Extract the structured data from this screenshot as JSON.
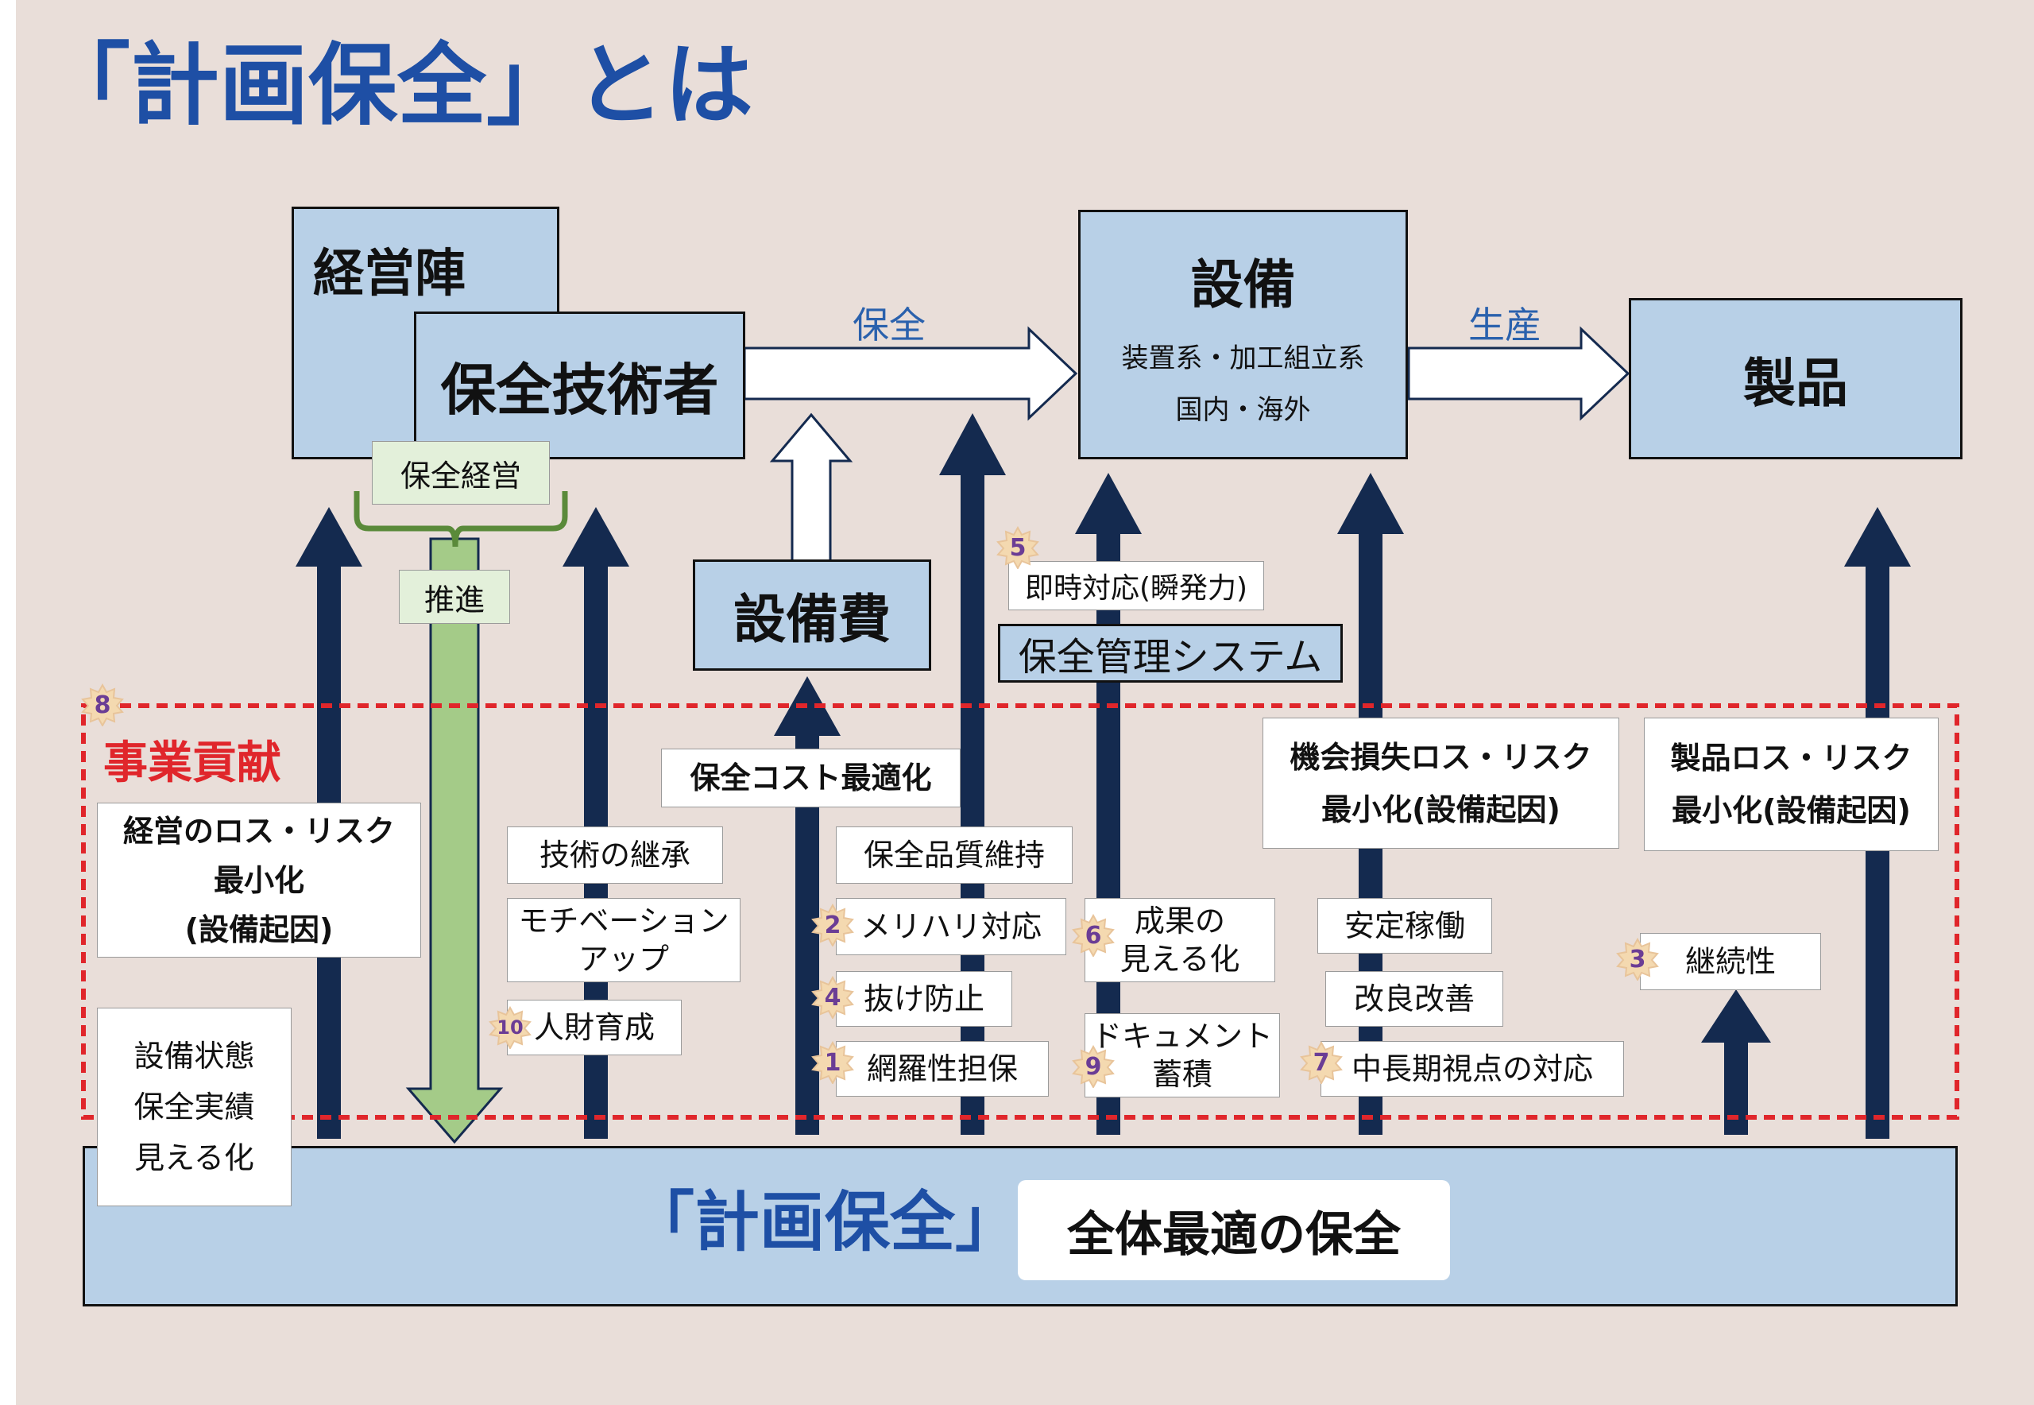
{
  "title": "「計画保全」とは",
  "top_boxes": {
    "management": "経営陣",
    "engineer": "保全技術者",
    "equipment_title": "設備",
    "equipment_sub1": "装置系・加工組立系",
    "equipment_sub2": "国内・海外",
    "product": "製品",
    "equipment_cost": "設備費"
  },
  "arrow_labels": {
    "maintenance": "保全",
    "production": "生産"
  },
  "green_labels": {
    "maintenance_management": "保全経営",
    "promotion": "推進"
  },
  "system": {
    "immediate": "即時対応(瞬発力)",
    "management_system": "保全管理システム"
  },
  "business": {
    "title": "事業貢献",
    "mgmt_risk": [
      "経営のロス・リスク",
      "最小化",
      "(設備起因)"
    ],
    "visualize": [
      "設備状態",
      "保全実績",
      "見える化"
    ],
    "cost_opt": "保全コスト最適化",
    "opp_loss": [
      "機会損失ロス・リスク",
      "最小化(設備起因)"
    ],
    "prod_loss": [
      "製品ロス・リスク",
      "最小化(設備起因)"
    ]
  },
  "items": {
    "tech": "技術の継承",
    "motivation": [
      "モチベーション",
      "アップ"
    ],
    "hr": "人財育成",
    "quality": "保全品質維持",
    "merihari": "メリハリ対応",
    "nuke": "抜け防止",
    "mora": "網羅性担保",
    "seika": [
      "成果の",
      "見える化"
    ],
    "doc": [
      "ドキュメント",
      "蓄積"
    ],
    "stable": "安定稼働",
    "improve": "改良改善",
    "midlong": "中長期視点の対応",
    "continuity": "継続性"
  },
  "badges": [
    "1",
    "2",
    "3",
    "4",
    "5",
    "6",
    "7",
    "8",
    "9",
    "10"
  ],
  "bottom": {
    "main": "「計画保全」",
    "sub": "全体最適の保全"
  },
  "colors": {
    "background": "#e9ded9",
    "box_blue": "#b8d0e7",
    "arrow_navy": "#142a4f",
    "title_blue": "#1e4fa5",
    "label_blue": "#2a61ad",
    "red": "#e0262b",
    "green_arrow": "#a4cb88",
    "green_bracket": "#5a8a3a",
    "badge_fill": "#f4d9b0",
    "badge_text": "#6b3d95"
  }
}
